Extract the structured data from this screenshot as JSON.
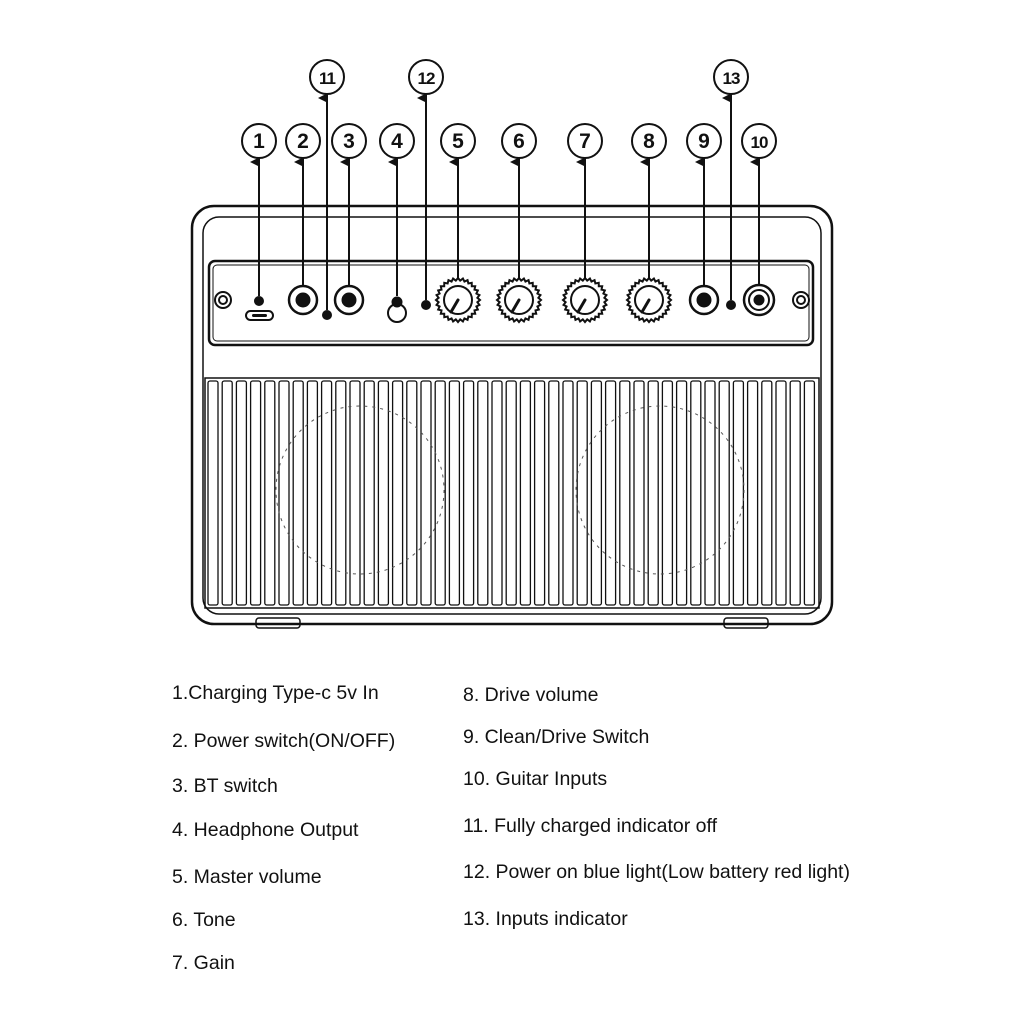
{
  "callouts": {
    "c1": "1",
    "c2": "2",
    "c3": "3",
    "c4": "4",
    "c5": "5",
    "c6": "6",
    "c7": "7",
    "c8": "8",
    "c9": "9",
    "c10": "10",
    "c11": "11",
    "c12": "12",
    "c13": "13"
  },
  "legend": {
    "left": [
      "1.Charging Type-c 5v In",
      "2. Power switch(ON/OFF)",
      "3. BT switch",
      "4. Headphone Output",
      "5. Master volume",
      "6. Tone",
      "7. Gain"
    ],
    "right": [
      "8. Drive volume",
      "9. Clean/Drive Switch",
      "10. Guitar Inputs",
      "11. Fully charged indicator off",
      "12. Power on blue light(Low battery red light)",
      "13. Inputs indicator"
    ]
  },
  "colors": {
    "line": "#111111",
    "background": "#ffffff"
  }
}
